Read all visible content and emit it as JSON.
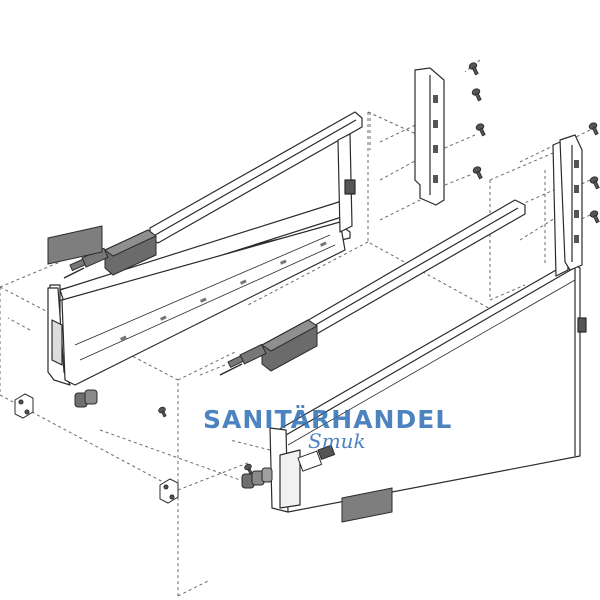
{
  "diagram": {
    "kind": "exploded-assembly-drawing",
    "subject": "drawer side runner kit with rear brackets, front fixing clips and screws",
    "colors": {
      "line": "#2b2b2b",
      "dashed": "#6a6a6a",
      "fill": "#ffffff",
      "part_dark": "#5a5a5a",
      "part_mid": "#8a8a8a",
      "panel_grey": "#7e7e7e",
      "watermark": "#2f6fb5"
    }
  },
  "watermark": {
    "line1": "SANITÄRHANDEL",
    "line2": "Smuk"
  },
  "icons": {
    "screw": "screw-icon",
    "clip": "front-clip-icon",
    "bracket": "rear-bracket-icon"
  }
}
